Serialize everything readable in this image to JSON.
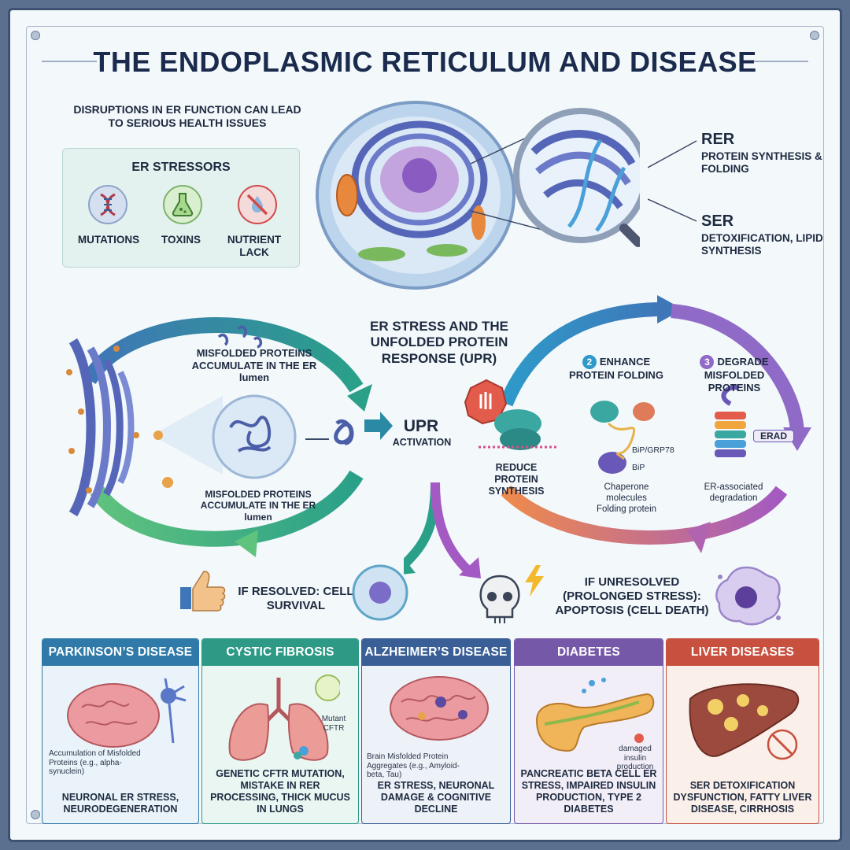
{
  "title": "THE ENDOPLASMIC RETICULUM AND DISEASE",
  "subtitle": "DISRUPTIONS IN ER FUNCTION CAN LEAD TO SERIOUS HEALTH ISSUES",
  "stressors": {
    "heading": "ER STRESSORS",
    "items": [
      {
        "label": "MUTATIONS",
        "icon": "dna-icon"
      },
      {
        "label": "TOXINS",
        "icon": "flask-icon"
      },
      {
        "label": "NUTRIENT LACK",
        "icon": "no-nutrient-icon"
      }
    ]
  },
  "organelles": {
    "rer": {
      "label": "RER",
      "desc": "PROTEIN SYNTHESIS & FOLDING"
    },
    "ser": {
      "label": "SER",
      "desc": "DETOXIFICATION, LIPID SYNTHESIS"
    }
  },
  "upr_heading": "ER STRESS AND THE UNFOLDED PROTEIN RESPONSE (UPR)",
  "misfolded_top": "MISFOLDED PROTEINS ACCUMULATE IN THE ER lumen",
  "misfolded_bottom": "MISFOLDED PROTEINS ACCUMULATE IN THE ER lumen",
  "upr_activation": {
    "line1": "UPR",
    "line2": "ACTIVATION"
  },
  "upr_steps": {
    "reduce": "REDUCE PROTEIN SYNTHESIS",
    "enhance": {
      "number": "2",
      "label": "ENHANCE PROTEIN FOLDING"
    },
    "degrade": {
      "number": "3",
      "label": "DEGRADE MISFOLDED PROTEINS"
    },
    "bip_grp78": "BiP/GRP78",
    "bip": "BiP",
    "chaperone": "Chaperone molecules Folding protein",
    "erad": "ERAD",
    "erad_desc": "ER-associated degradation"
  },
  "outcomes": {
    "resolved": "IF RESOLVED: CELL SURVIVAL",
    "unresolved": "IF UNRESOLVED (PROLONGED STRESS): APOPTOSIS (CELL DEATH)"
  },
  "diseases": [
    {
      "name": "PARKINSON’S DISEASE",
      "color": "#2f7aa8",
      "bg": "#eaf3f9",
      "note": "Accumulation of Misfolded Proteins (e.g., alpha-synuclein)",
      "caption": "NEURONAL ER STRESS, NEURODEGENERATION"
    },
    {
      "name": "CYSTIC FIBROSIS",
      "color": "#2e9a86",
      "bg": "#eaf6f2",
      "note": "Mutant CFTR",
      "caption": "GENETIC CFTR MUTATION, MISTAKE IN RER PROCESSING, THICK MUCUS IN LUNGS"
    },
    {
      "name": "ALZHEIMER’S DISEASE",
      "color": "#3a5e96",
      "bg": "#edf1f8",
      "note": "Brain Misfolded Protein Aggregates (e.g., Amyloid-beta, Tau)",
      "caption": "ER STRESS, NEURONAL DAMAGE & COGNITIVE DECLINE"
    },
    {
      "name": "DIABETES",
      "color": "#7658a8",
      "bg": "#f2eef8",
      "note": "damaged insulin production",
      "caption": "PANCREATIC BETA CELL ER STRESS, IMPAIRED INSULIN PRODUCTION, TYPE 2 DIABETES"
    },
    {
      "name": "LIVER DISEASES",
      "color": "#c8503e",
      "bg": "#fbefe9",
      "note": "",
      "caption": "SER DETOXIFICATION DYSFUNCTION, FATTY LIVER DISEASE, CIRRHOSIS"
    }
  ]
}
